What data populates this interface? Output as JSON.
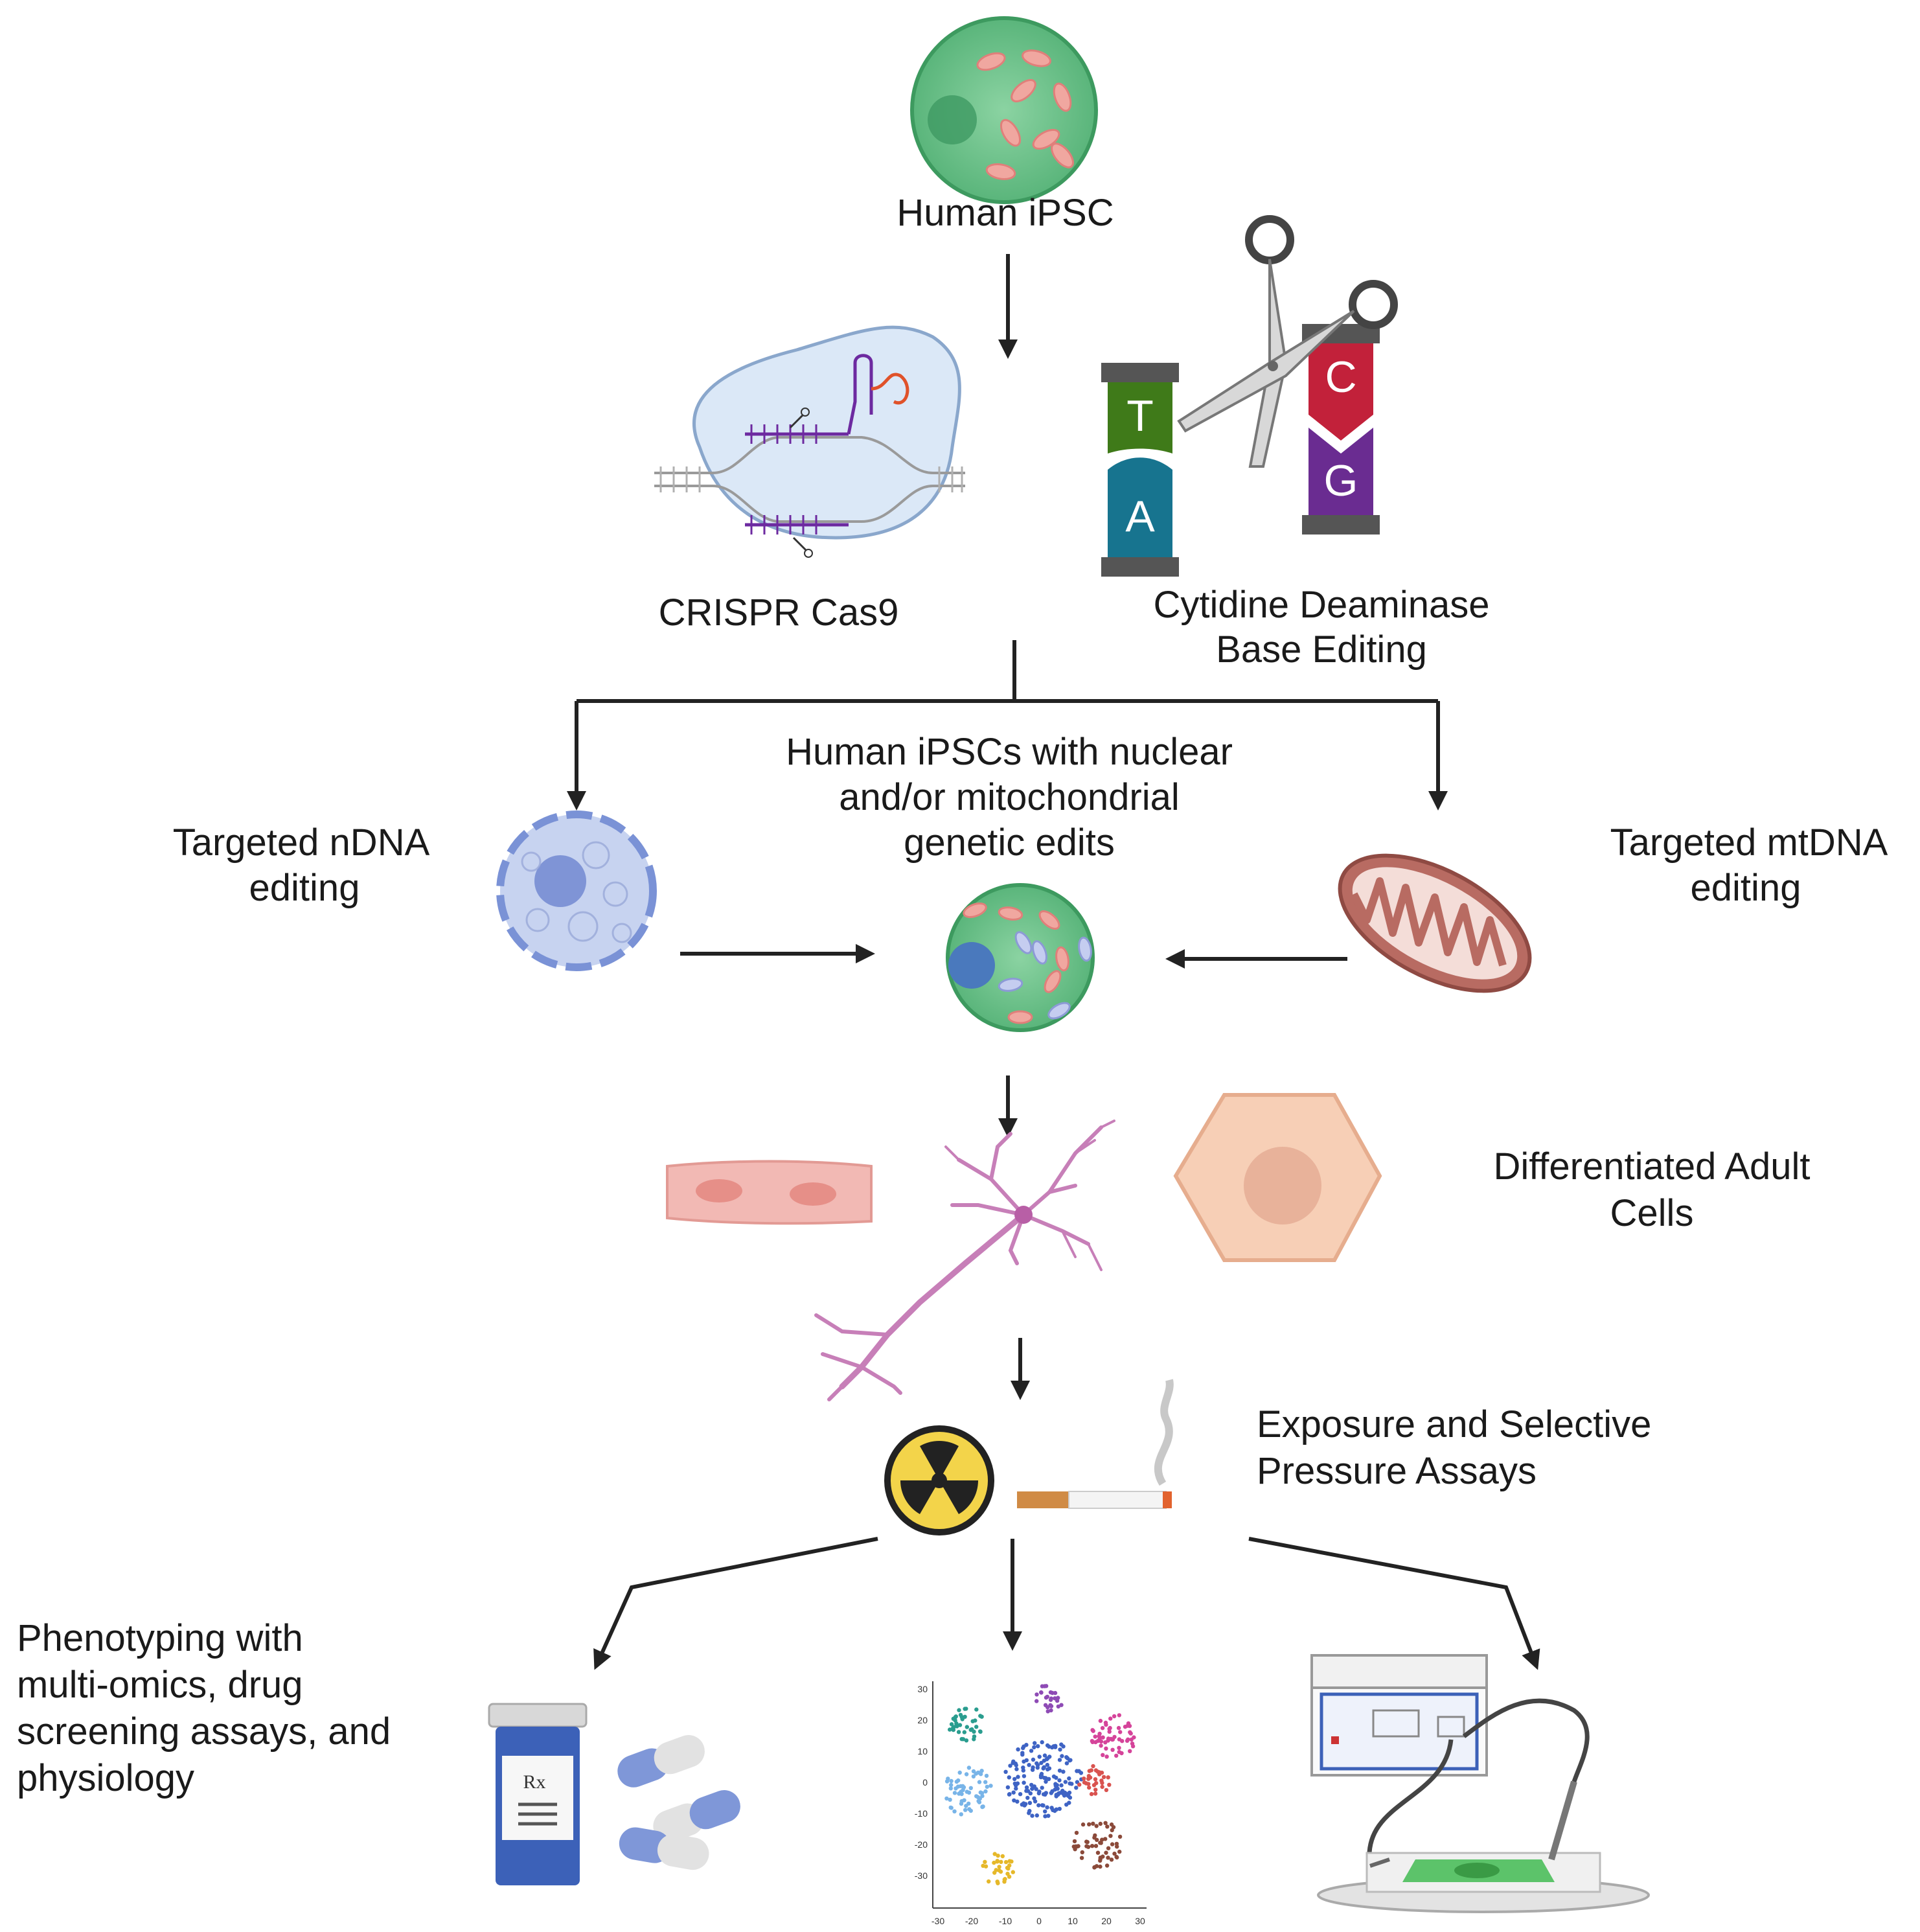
{
  "labels": {
    "human_ipsc": "Human iPSC",
    "crispr": "CRISPR Cas9",
    "base_editing_line1": "Cytidine Deaminase",
    "base_editing_line2": "Base Editing",
    "edited_cells_line1": "Human iPSCs with nuclear",
    "edited_cells_line2": "and/or mitochondrial",
    "edited_cells_line3": "genetic edits",
    "ndna_line1": "Targeted nDNA",
    "ndna_line2": "editing",
    "mtdna_line1": "Targeted  mtDNA",
    "mtdna_line2": "editing",
    "differentiated_line1": "Differentiated Adult",
    "differentiated_line2": "Cells",
    "exposure_line1": "Exposure and Selective",
    "exposure_line2": "Pressure Assays",
    "phenotyping_line1": "Phenotyping with",
    "phenotyping_line2": "multi-omics, drug",
    "phenotyping_line3": "screening assays, and",
    "phenotyping_line4": "physiology"
  },
  "base_letters": {
    "t": "T",
    "a": "A",
    "c": "C",
    "g": "G"
  },
  "rx_symbol": "Rx",
  "tsne_ticks": {
    "y": [
      "30",
      "20",
      "10",
      "0",
      "-10",
      "-20",
      "-30"
    ],
    "x": [
      "-30",
      "-20",
      "-10",
      "0",
      "10",
      "20",
      "30"
    ]
  },
  "colors": {
    "cell_green": "#6cc18a",
    "mito_pink": "#f0a7a0",
    "nucleus_blue": "#5b7fc4",
    "base_t": "#3f7a19",
    "base_a": "#17748f",
    "base_c": "#c2213a",
    "base_g": "#6a2c91",
    "neuron": "#c77fb8",
    "muscle": "#f2b9b4",
    "hepatocyte": "#f7cfb6"
  },
  "icons": [
    "ipsc-cell-icon",
    "crispr-complex-icon",
    "scissors-icon",
    "base-pair-ta-icon",
    "base-pair-cg-icon",
    "nucleus-icon",
    "mitochondrion-icon",
    "edited-ipsc-icon",
    "muscle-cell-icon",
    "neuron-icon",
    "hepatocyte-icon",
    "radiation-icon",
    "cigarette-icon",
    "pill-bottle-icon",
    "capsule-icon",
    "tsne-plot-icon",
    "electrophysiology-rig-icon"
  ]
}
